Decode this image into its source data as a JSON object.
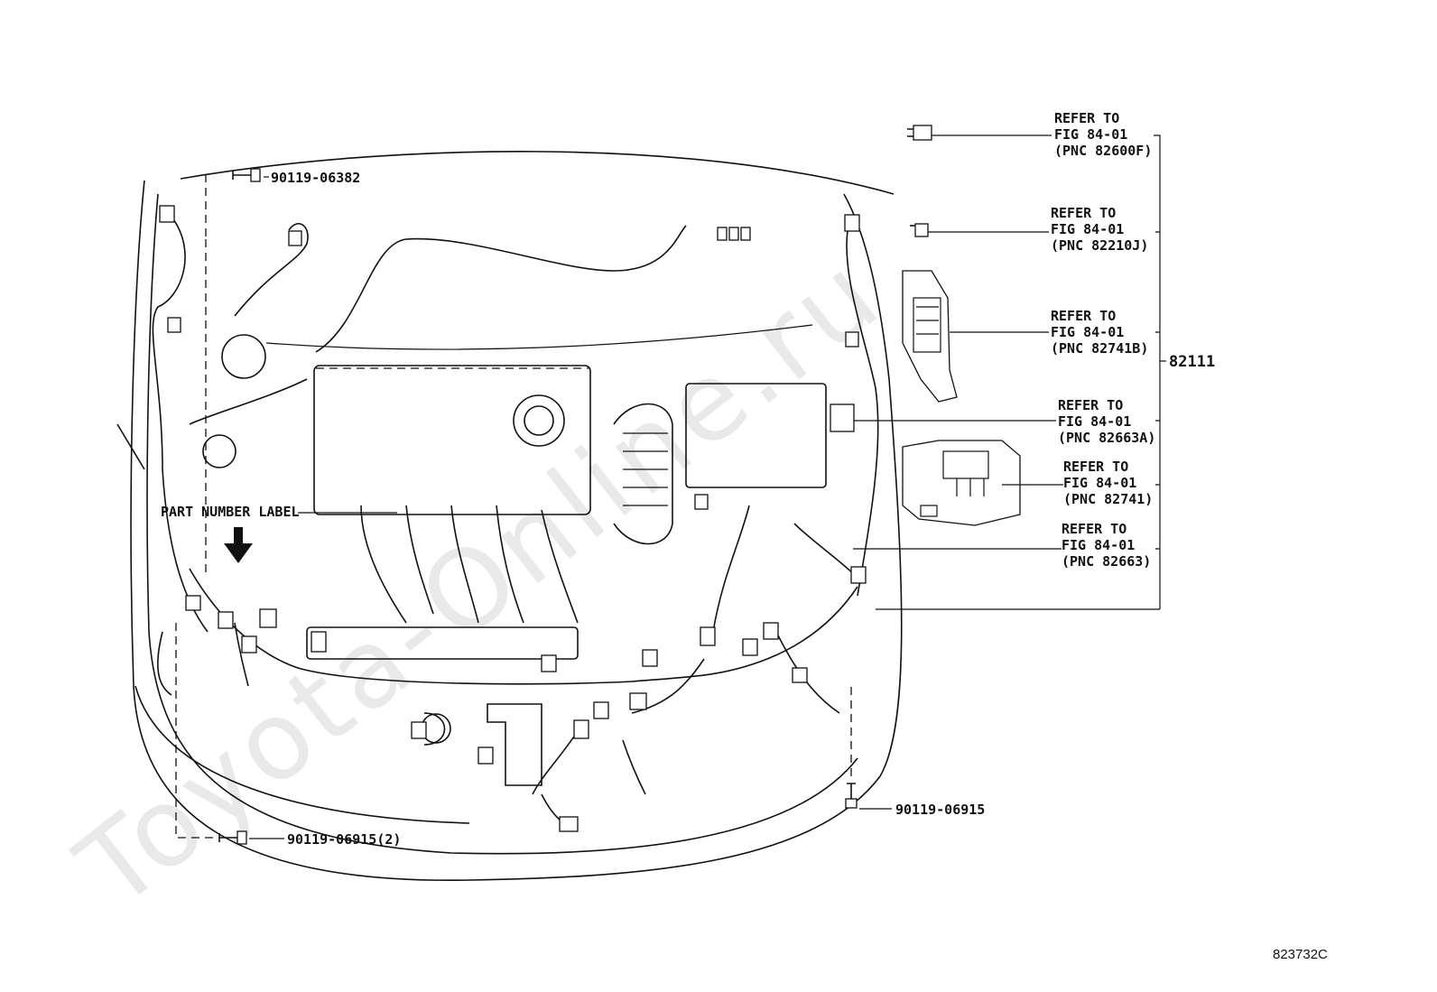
{
  "watermark": "Toyota-Online.ru",
  "diagram_code": "823732C",
  "group_part": "82111",
  "annotation": {
    "label": "PART NUMBER LABEL"
  },
  "bolts": [
    {
      "part": "90119-06382"
    },
    {
      "part": "90119-06915(2)"
    },
    {
      "part": "90119-06915"
    }
  ],
  "references": [
    {
      "line1": "REFER TO",
      "line2": "FIG 84-01",
      "line3": "(PNC 82600F)"
    },
    {
      "line1": "REFER TO",
      "line2": "FIG 84-01",
      "line3": "(PNC 82210J)"
    },
    {
      "line1": "REFER TO",
      "line2": "FIG 84-01",
      "line3": "(PNC 82741B)"
    },
    {
      "line1": "REFER TO",
      "line2": "FIG 84-01",
      "line3": "(PNC 82663A)"
    },
    {
      "line1": "REFER TO",
      "line2": "FIG 84-01",
      "line3": "(PNC 82741)"
    },
    {
      "line1": "REFER TO",
      "line2": "FIG 84-01",
      "line3": "(PNC 82663)"
    }
  ],
  "icons": [
    "arrow-down-icon",
    "bolt-icon",
    "fuse-icon",
    "relay-block-icon",
    "connector-icon"
  ]
}
